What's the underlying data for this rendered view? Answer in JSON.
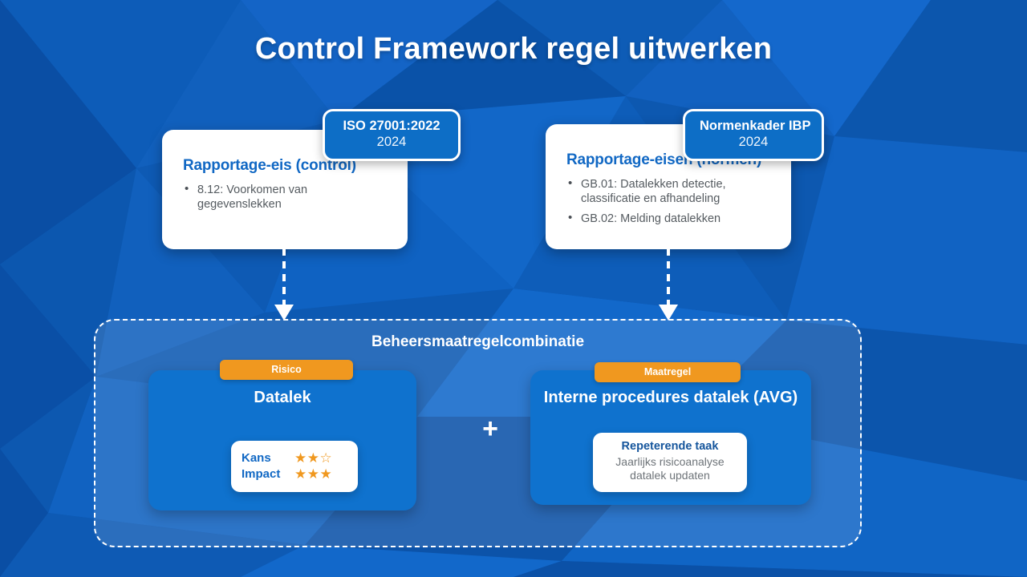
{
  "slide": {
    "title": "Control Framework regel uitwerken",
    "background_color": "#0b57b2"
  },
  "standards": [
    {
      "name": "ISO 27001:2022",
      "year": "2024"
    },
    {
      "name": "Normenkader IBP",
      "year": "2024"
    }
  ],
  "requirement_cards": [
    {
      "title": "Rapportage-eis (control)",
      "items": [
        "8.12: Voorkomen van gegevenslekken"
      ]
    },
    {
      "title": "Rapportage-eisen (normen)",
      "items": [
        "GB.01: Datalekken detectie, classificatie en afhandeling",
        "GB.02: Melding datalekken"
      ]
    }
  ],
  "combination": {
    "title": "Beheersmaatregelcombinatie",
    "operator": "+",
    "risk": {
      "tag": "Risico",
      "heading": "Datalek",
      "ratings": [
        {
          "label": "Kans",
          "value": 2,
          "max": 3,
          "stars": "★★☆"
        },
        {
          "label": "Impact",
          "value": 3,
          "max": 3,
          "stars": "★★★"
        }
      ]
    },
    "measure": {
      "tag": "Maatregel",
      "heading": "Interne procedures datalek (AVG)",
      "task": {
        "title": "Repeterende taak",
        "description": "Jaarlijks risicoanalyse datalek updaten"
      }
    }
  },
  "colors": {
    "accent_orange": "#f0981f",
    "card_blue": "#0f72ce",
    "title_blue": "#1168c4",
    "badge_blue": "#0d6ec6"
  }
}
